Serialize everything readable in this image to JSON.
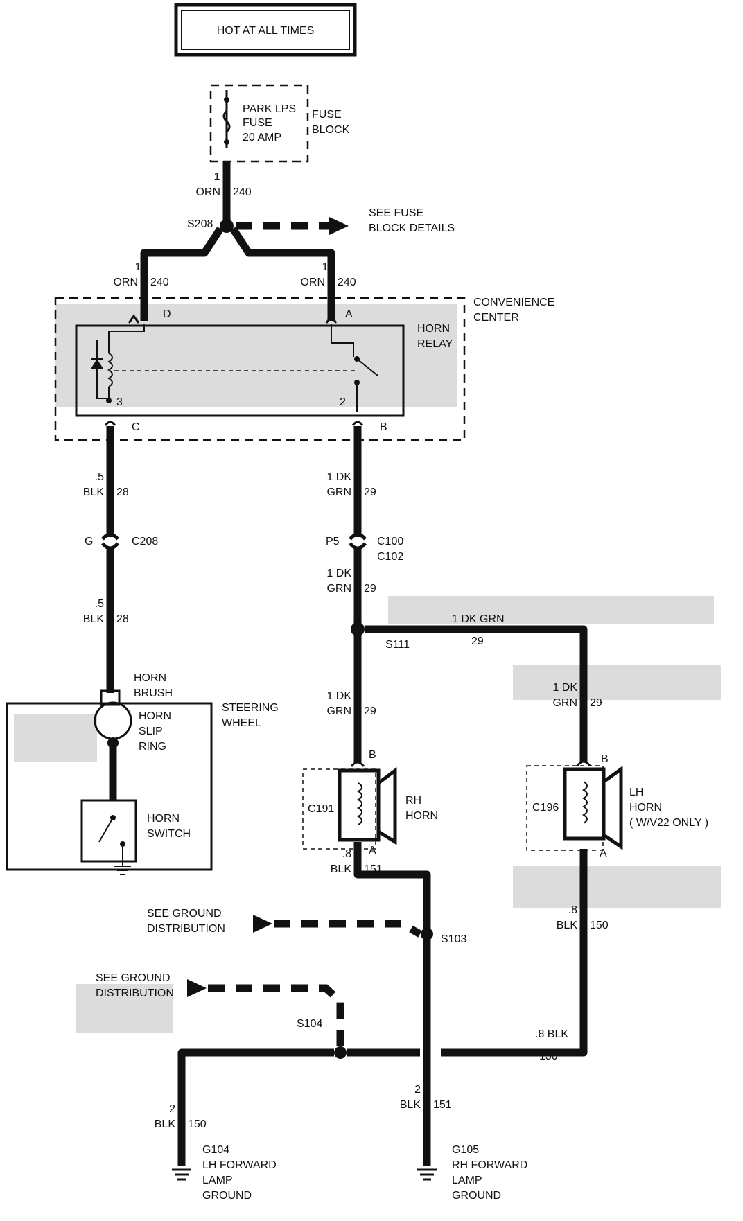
{
  "title": "HOT AT ALL TIMES",
  "fuse": {
    "line1": "PARK LPS",
    "line2": "FUSE",
    "line3": "20 AMP",
    "block_line1": "FUSE",
    "block_line2": "BLOCK"
  },
  "fuse_out": {
    "gauge": "1",
    "color": "ORN",
    "circuit": "240"
  },
  "splice_s208": {
    "label": "S208",
    "ref_line1": "SEE FUSE",
    "ref_line2": "BLOCK DETAILS"
  },
  "relay_feed_d": {
    "gauge": "1",
    "color": "ORN",
    "circuit": "240",
    "terminal": "D"
  },
  "relay_feed_a": {
    "gauge": "1",
    "color": "ORN",
    "circuit": "240",
    "terminal": "A"
  },
  "convenience_center": {
    "line1": "CONVENIENCE",
    "line2": "CENTER"
  },
  "horn_relay": {
    "line1": "HORN",
    "line2": "RELAY",
    "pin3": "3",
    "pin2": "2",
    "term_c": "C",
    "term_b": "B"
  },
  "left_wire_top": {
    "gauge": ".5",
    "color": "BLK",
    "circuit": "28"
  },
  "c208": {
    "label": "C208",
    "pin": "G"
  },
  "left_wire_bottom": {
    "gauge": ".5",
    "color": "BLK",
    "circuit": "28"
  },
  "right_wire_top": {
    "gauge": "1 DK",
    "color": "GRN",
    "circuit": "29"
  },
  "c100": {
    "line1": "C100",
    "line2": "C102",
    "pin": "P5"
  },
  "right_wire_mid": {
    "gauge": "1 DK",
    "color": "GRN",
    "circuit": "29"
  },
  "s111": {
    "label": "S111",
    "branch_top": "1 DK GRN",
    "branch_circuit": "29"
  },
  "right_wire_to_rh": {
    "gauge": "1 DK",
    "color": "GRN",
    "circuit": "29"
  },
  "wire_to_lh": {
    "gauge": "1 DK",
    "color": "GRN",
    "circuit": "29"
  },
  "horn_brush": {
    "line1": "HORN",
    "line2": "BRUSH"
  },
  "horn_slip_ring": {
    "line1": "HORN",
    "line2": "SLIP",
    "line3": "RING"
  },
  "steering_wheel": {
    "line1": "STEERING",
    "line2": "WHEEL"
  },
  "horn_switch": {
    "line1": "HORN",
    "line2": "SWITCH"
  },
  "rh_horn": {
    "line1": "RH",
    "line2": "HORN",
    "connector": "C191",
    "term_b": "B",
    "term_a": "A"
  },
  "lh_horn": {
    "line1": "LH",
    "line2": "HORN",
    "line3": "( W/V22 ONLY )",
    "connector": "C196",
    "term_b": "B",
    "term_a": "A"
  },
  "rh_ground_wire": {
    "gauge": ".8",
    "color": "BLK",
    "circuit": "151"
  },
  "lh_ground_wire": {
    "gauge": ".8",
    "color": "BLK",
    "circuit": "150"
  },
  "s103": {
    "label": "S103",
    "ref_line1": "SEE GROUND",
    "ref_line2": "DISTRIBUTION"
  },
  "s104": {
    "label": "S104",
    "ref_line1": "SEE GROUND",
    "ref_line2": "DISTRIBUTION"
  },
  "s104_right": {
    "label": ".8 BLK",
    "circuit": "150"
  },
  "g104_wire": {
    "gauge": "2",
    "color": "BLK",
    "circuit": "150"
  },
  "g105_wire": {
    "gauge": "2",
    "color": "BLK",
    "circuit": "151"
  },
  "g104": {
    "line1": "G104",
    "line2": "LH FORWARD",
    "line3": "LAMP",
    "line4": "GROUND"
  },
  "g105": {
    "line1": "G105",
    "line2": "RH FORWARD",
    "line3": "LAMP",
    "line4": "GROUND"
  }
}
